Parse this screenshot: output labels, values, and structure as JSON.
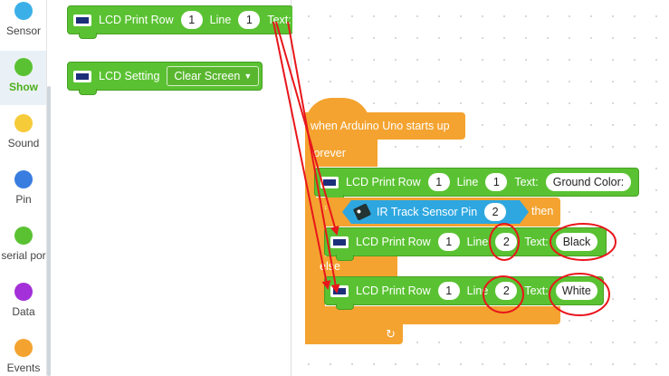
{
  "categories": [
    {
      "label": "Sensor",
      "color": "#3bb0e8",
      "active": false
    },
    {
      "label": "Show",
      "color": "#5ac232",
      "active": true
    },
    {
      "label": "Sound",
      "color": "#f6cb3a",
      "active": false
    },
    {
      "label": "Pin",
      "color": "#3a7de0",
      "active": false
    },
    {
      "label": "serial por",
      "color": "#5ac232",
      "active": false
    },
    {
      "label": "Data",
      "color": "#a330d8",
      "active": false
    },
    {
      "label": "Events",
      "color": "#f4a330",
      "active": false
    }
  ],
  "flyout": {
    "print_block": {
      "label": "LCD Print Row",
      "row": "1",
      "line_label": "Line",
      "line": "1",
      "text_label": "Text:"
    },
    "setting_block": {
      "label": "LCD Setting",
      "option": "Clear Screen"
    }
  },
  "program": {
    "event_label": "when Arduino Uno starts up",
    "forever_label": "forever",
    "print1": {
      "label": "LCD Print Row",
      "row": "1",
      "line_label": "Line",
      "line": "1",
      "text_label": "Text:",
      "text": "Ground Color:"
    },
    "if_label": "if",
    "then_label": "then",
    "else_label": "else",
    "sensor": {
      "label": "IR Track Sensor Pin",
      "pin": "2"
    },
    "print2": {
      "label": "LCD Print Row",
      "row": "1",
      "line_label": "Line",
      "line": "2",
      "text_label": "Text:",
      "text": "Black"
    },
    "print3": {
      "label": "LCD Print Row",
      "row": "1",
      "line_label": "Line",
      "line": "2",
      "text_label": "Text:",
      "text": "White"
    },
    "loop_icon": "↻"
  },
  "colors": {
    "show_green": "#5ac232",
    "event_orange": "#f4a330",
    "sensor_blue": "#2ea7e0",
    "annotation_red": "#e8161b"
  }
}
